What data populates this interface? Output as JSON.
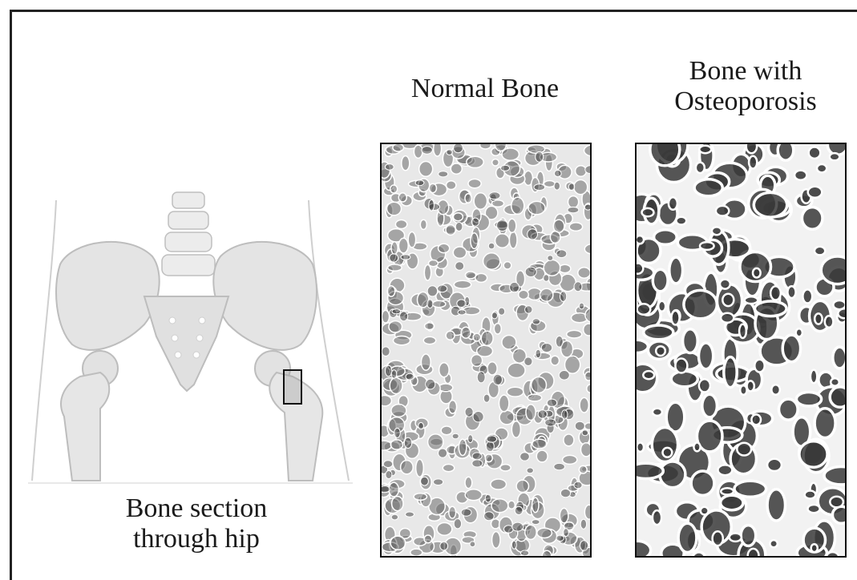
{
  "labels": {
    "normal_bone": "Normal Bone",
    "osteo_line1": "Bone with",
    "osteo_line2": "Osteoporosis",
    "hip_line1": "Bone section",
    "hip_line2": "through hip"
  },
  "colors": {
    "border": "#222222",
    "text": "#1a1a1a",
    "skeleton_fill": "#e6e6e6",
    "skeleton_stroke": "#bdbdbd",
    "pore_dark": "#3a3a3a",
    "pore_mid": "#6e6e6e"
  }
}
